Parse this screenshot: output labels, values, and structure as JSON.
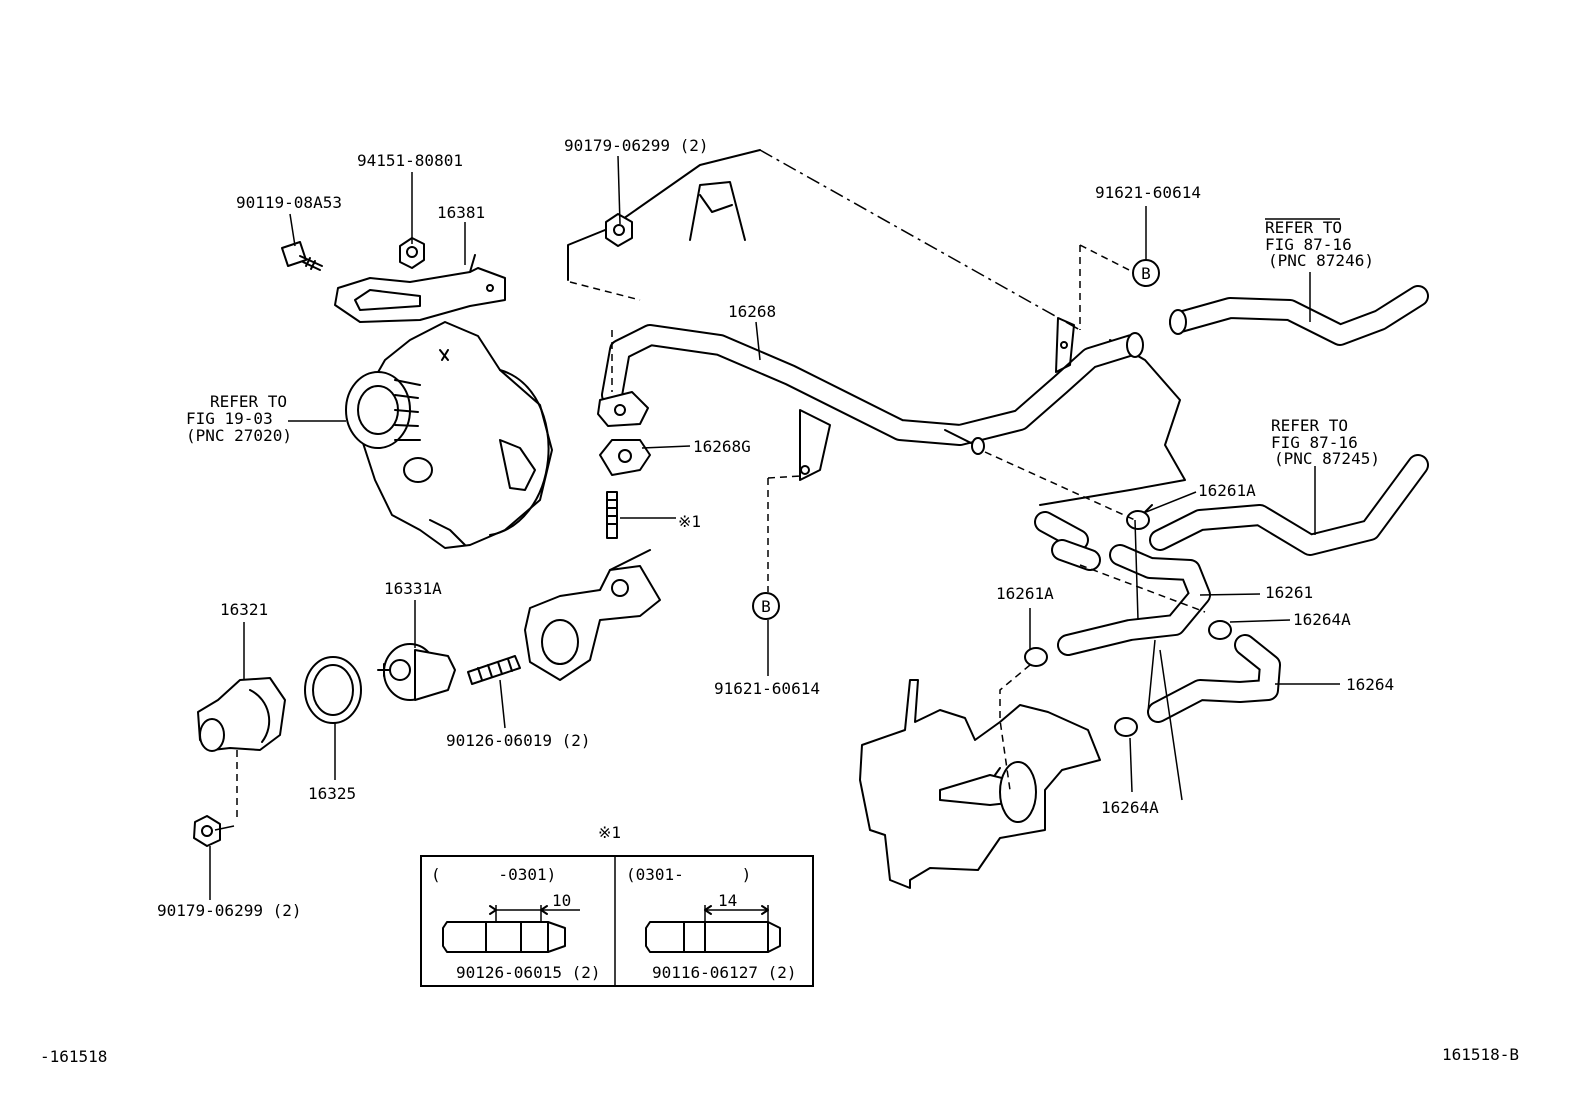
{
  "parts": {
    "p90179_top": "90179-06299 (2)",
    "p94151": "94151-80801",
    "p90119": "90119-08A53",
    "p16381": "16381",
    "p16268": "16268",
    "p16268G": "16268G",
    "p_note1_leader": "※1",
    "p91621_top": "91621-60614",
    "p91621_bottom": "91621-60614",
    "b_top": "B",
    "b_bottom": "B",
    "p16261A_top": "16261A",
    "p16261A_left": "16261A",
    "p16261": "16261",
    "p16264A_right": "16264A",
    "p16264": "16264",
    "p16264A_bottom": "16264A",
    "p16321": "16321",
    "p16325": "16325",
    "p16331A": "16331A",
    "p90126_06019": "90126-06019 (2)",
    "p90179_bottom": "90179-06299 (2)"
  },
  "refs": {
    "alternator": [
      "REFER TO",
      "FIG 19-03",
      "(PNC 27020)"
    ],
    "hose_top": [
      "REFER TO",
      "FIG 87-16",
      "(PNC 87246)"
    ],
    "hose_mid": [
      "REFER TO",
      "FIG 87-16",
      "(PNC 87245)"
    ]
  },
  "note_box": {
    "title": "※1",
    "left_range": "(      -0301)",
    "left_dim": "10",
    "left_part": "90126-06015 (2)",
    "right_range": "(0301-      )",
    "right_dim": "14",
    "right_part": "90116-06127 (2)"
  },
  "footer": {
    "left_code": "-161518",
    "right_code": "161518-B"
  }
}
